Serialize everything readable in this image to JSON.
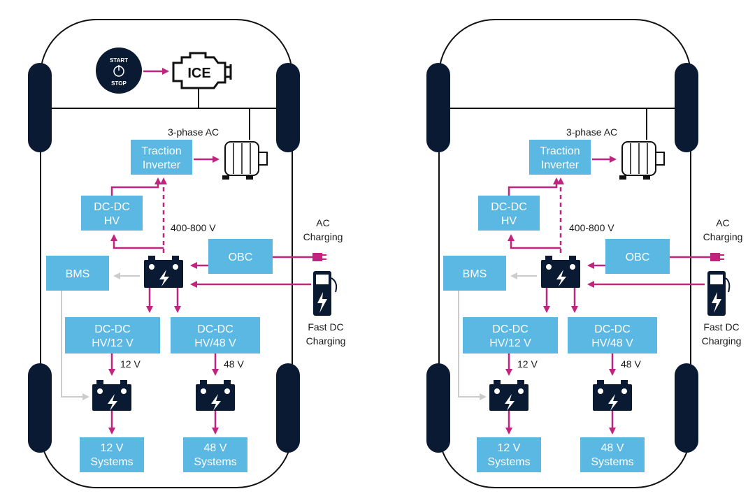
{
  "colors": {
    "box": "#5ab8e3",
    "arrow": "#c1247f",
    "outline": "#111111",
    "wheel": "#0b1a33",
    "signal": "#cccccc"
  },
  "left": {
    "start_stop": {
      "top": "START",
      "bottom": "STOP"
    },
    "ice_label": "ICE",
    "three_phase": "3-phase AC",
    "traction": {
      "line1": "Traction",
      "line2": "Inverter"
    },
    "dcdc_hv": {
      "line1": "DC-DC",
      "line2": "HV"
    },
    "voltage": "400-800 V",
    "obc": "OBC",
    "bms": "BMS",
    "ac_charging": {
      "line1": "AC",
      "line2": "Charging"
    },
    "fast_dc": {
      "line1": "Fast DC",
      "line2": "Charging"
    },
    "dcdc12": {
      "line1": "DC-DC",
      "line2": "HV/12 V"
    },
    "dcdc48": {
      "line1": "DC-DC",
      "line2": "HV/48 V"
    },
    "v12": "12 V",
    "v48": "48 V",
    "sys12": {
      "line1": "12 V",
      "line2": "Systems"
    },
    "sys48": {
      "line1": "48 V",
      "line2": "Systems"
    }
  },
  "right": {
    "three_phase": "3-phase AC",
    "traction": {
      "line1": "Traction",
      "line2": "Inverter"
    },
    "dcdc_hv": {
      "line1": "DC-DC",
      "line2": "HV"
    },
    "voltage": "400-800 V",
    "obc": "OBC",
    "bms": "BMS",
    "ac_charging": {
      "line1": "AC",
      "line2": "Charging"
    },
    "fast_dc": {
      "line1": "Fast DC",
      "line2": "Charging"
    },
    "dcdc12": {
      "line1": "DC-DC",
      "line2": "HV/12 V"
    },
    "dcdc48": {
      "line1": "DC-DC",
      "line2": "HV/48 V"
    },
    "v12": "12 V",
    "v48": "48 V",
    "sys12": {
      "line1": "12 V",
      "line2": "Systems"
    },
    "sys48": {
      "line1": "48 V",
      "line2": "Systems"
    }
  }
}
